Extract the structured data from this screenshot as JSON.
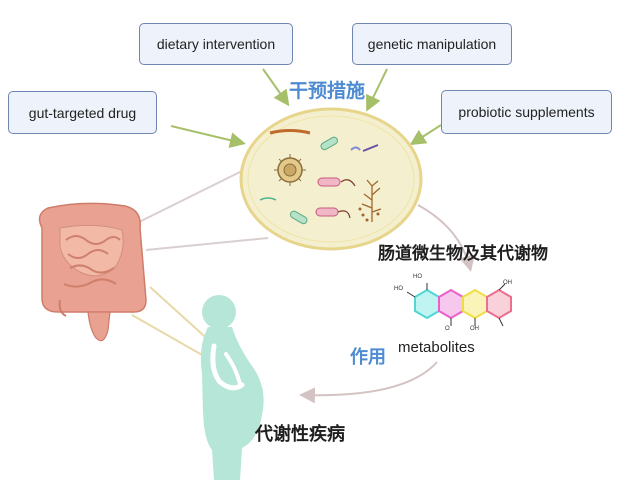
{
  "interventions": {
    "title": "干预措施",
    "boxes": {
      "dietary": "dietary intervention",
      "genetic": "genetic manipulation",
      "drug": "gut-targeted drug",
      "probiotic": "probiotic supplements"
    }
  },
  "microbiota_label": "肠道微生物及其代谢物",
  "metabolites_label": "metabolites",
  "chem_labels": {
    "ho1": "HO",
    "ho2": "HO",
    "oh1": "OH",
    "oh2": "OH",
    "o": "O"
  },
  "effect_label": "作用",
  "disease_label": "代谢性疾病",
  "colors": {
    "accent_blue": "#4e8bd1",
    "box_fill": "#eef3fb",
    "box_border": "#6f86b2",
    "arrow_green": "#a6c06a",
    "petri_fill": "#f4efcf",
    "petri_border": "#e6d58a",
    "intestine": "#e9a291",
    "body_fill": "#b5e6d7",
    "ring_cyan": "#4fd6d6",
    "ring_magenta": "#ea5fc9",
    "ring_yellow": "#f0dd45",
    "ring_pink": "#ec6f8e"
  },
  "icons": [
    "petri-dish-icon",
    "intestine-icon",
    "pregnant-woman-icon",
    "molecule-icon"
  ]
}
